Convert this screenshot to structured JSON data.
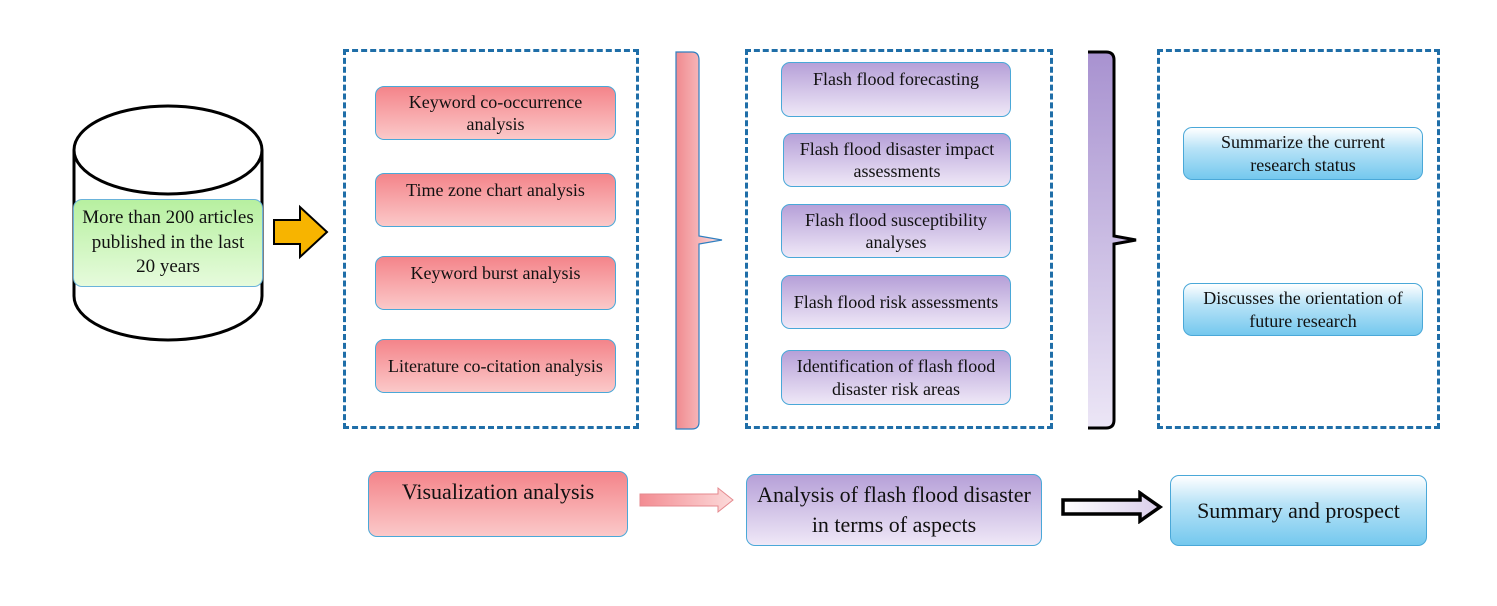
{
  "source": {
    "text": "More than 200 articles published in the last 20 years"
  },
  "methods": {
    "items": [
      {
        "label": "Keyword co-occurrence analysis"
      },
      {
        "label": "Time zone chart analysis"
      },
      {
        "label": "Keyword burst analysis"
      },
      {
        "label": "Literature co-citation analysis"
      }
    ]
  },
  "aspects": {
    "items": [
      {
        "label": "Flash flood forecasting"
      },
      {
        "label": "Flash flood disaster impact assessments"
      },
      {
        "label": "Flash flood susceptibility analyses"
      },
      {
        "label": "Flash flood risk assessments"
      },
      {
        "label": "Identification of flash flood disaster risk areas"
      }
    ]
  },
  "outcomes": {
    "items": [
      {
        "label": "Summarize the current research status"
      },
      {
        "label": "Discusses the orientation of future research"
      }
    ]
  },
  "stages": {
    "visualization": "Visualization analysis",
    "analysis": "Analysis of flash flood disaster in terms of aspects",
    "summary": "Summary and prospect"
  },
  "colors": {
    "red_box": "#f4848a",
    "purple_box": "#b6a0d8",
    "blue_box": "#74c8ee",
    "green_box": "#b7f0a0",
    "dashed_frame": "#1f6ea8",
    "arrow_yellow": "#f7b400"
  }
}
